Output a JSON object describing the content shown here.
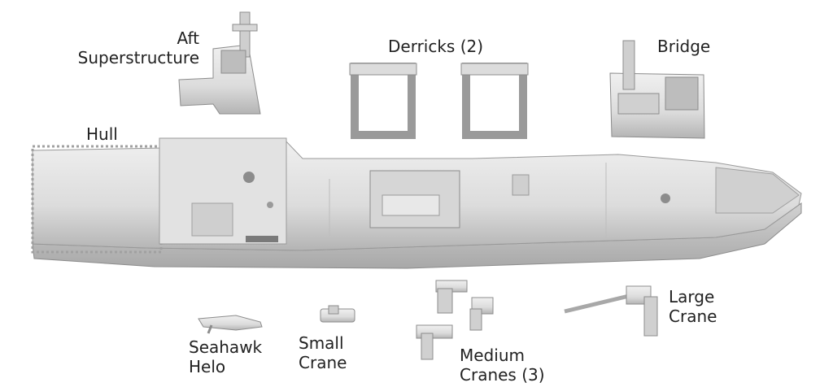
{
  "labels": {
    "aft_superstructure": "Aft\nSuperstructure",
    "derricks": "Derricks (2)",
    "bridge": "Bridge",
    "hull": "Hull",
    "large_crane": "Large\nCrane",
    "seahawk_helo": "Seahawk\nHelo",
    "small_crane": "Small\nCrane",
    "medium_cranes": "Medium\nCranes (3)"
  },
  "colors": {
    "background": "#ffffff",
    "metal_light": "#e6e6e6",
    "metal_mid": "#c8c8c8",
    "metal_dark": "#8c8c8c",
    "label_text": "#222222"
  }
}
